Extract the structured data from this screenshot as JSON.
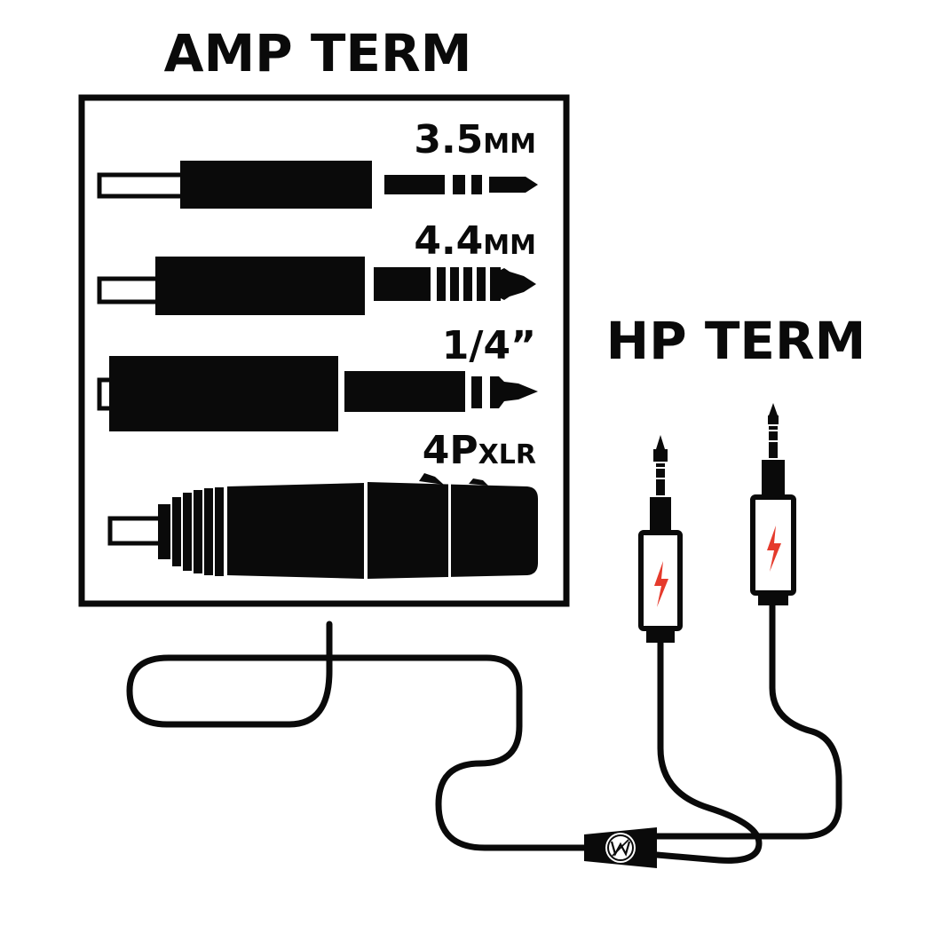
{
  "amp_term": {
    "title": "AMP TERM",
    "connectors": [
      {
        "label_main": "3.5",
        "label_suffix": "MM"
      },
      {
        "label_main": "4.4",
        "label_suffix": "MM"
      },
      {
        "label_main": "1/4”",
        "label_suffix": ""
      },
      {
        "label_main": "4P",
        "label_suffix": "XLR"
      }
    ]
  },
  "hp_term": {
    "title": "HP TERM"
  },
  "colors": {
    "ink": "#0a0a0a",
    "accent_bolt": "#e53a2c",
    "background": "#ffffff"
  },
  "icons": [
    "lightning-bolt-icon",
    "brand-logo-icon"
  ]
}
